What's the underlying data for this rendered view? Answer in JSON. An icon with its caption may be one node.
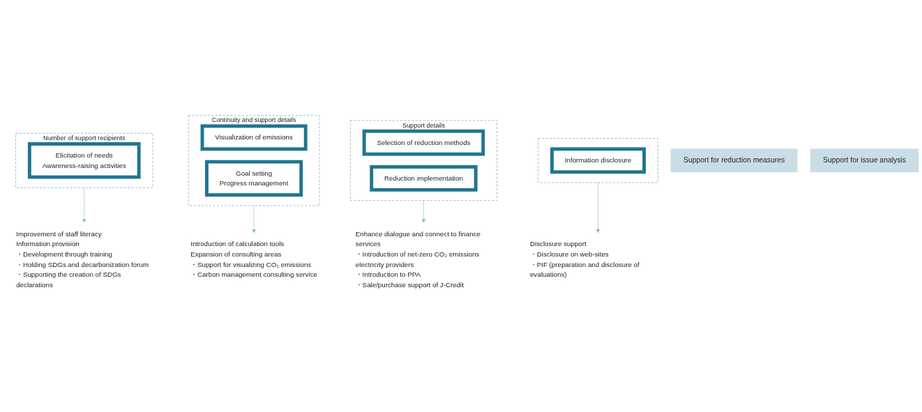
{
  "diagram": {
    "nodes": [
      {
        "text": [
          "Support for issue analysis"
        ]
      },
      {
        "text": [
          "Support for reduction measures"
        ]
      },
      {
        "text": [
          "Number of support recipients"
        ]
      },
      {
        "text": [
          "Elicitation of needs",
          "Awareness-raising activities"
        ],
        "in": 2
      },
      {
        "text": [
          "Improvement of staff literacy",
          "Information provision",
          "・Development through training",
          "・Holding SDGs and decarbonization forum",
          "・Supporting the creation of SDGs declarations"
        ]
      },
      {
        "text": [
          "Continuity and support details"
        ]
      },
      {
        "text": [
          "Visualization of emissions"
        ],
        "in": 5
      },
      {
        "text": [
          "Goal setting",
          "Progress management"
        ],
        "in": 5
      },
      {
        "text": [
          "Introduction of calculation tools",
          "Expansion of consulting areas",
          "・Support for visualizing CO₂ emissions",
          "・Carbon management consulting service"
        ]
      },
      {
        "text": [
          "Support details"
        ]
      },
      {
        "text": [
          "Selection of reduction methods"
        ],
        "in": 9
      },
      {
        "text": [
          "Reduction implementation"
        ],
        "in": 9
      },
      {
        "text": [
          "Enhance dialogue and connect to finance services",
          "・Introduction of net-zero CO₂ emissions electricity providers",
          "・Introduction to PPA",
          "・Sale/purchase support of J-Credit"
        ]
      },
      {
        "text": [],
        "shape": "box"
      },
      {
        "text": [
          "Information disclosure"
        ],
        "in": 13
      },
      {
        "text": [
          "Disclosure support",
          "・Disclosure on web-sites",
          "・PIF (preparation and disclosure of evaluations)"
        ]
      }
    ],
    "edges": [
      {
        "from": 2,
        "to": 4,
        "arrow": "to",
        "style": "dashed"
      },
      {
        "from": 5,
        "to": 8,
        "arrow": "to",
        "style": "dashed"
      },
      {
        "from": 9,
        "to": 12,
        "arrow": "to",
        "style": "dashed"
      },
      {
        "from": 13,
        "to": 15,
        "arrow": "to",
        "style": "dashed"
      }
    ]
  }
}
